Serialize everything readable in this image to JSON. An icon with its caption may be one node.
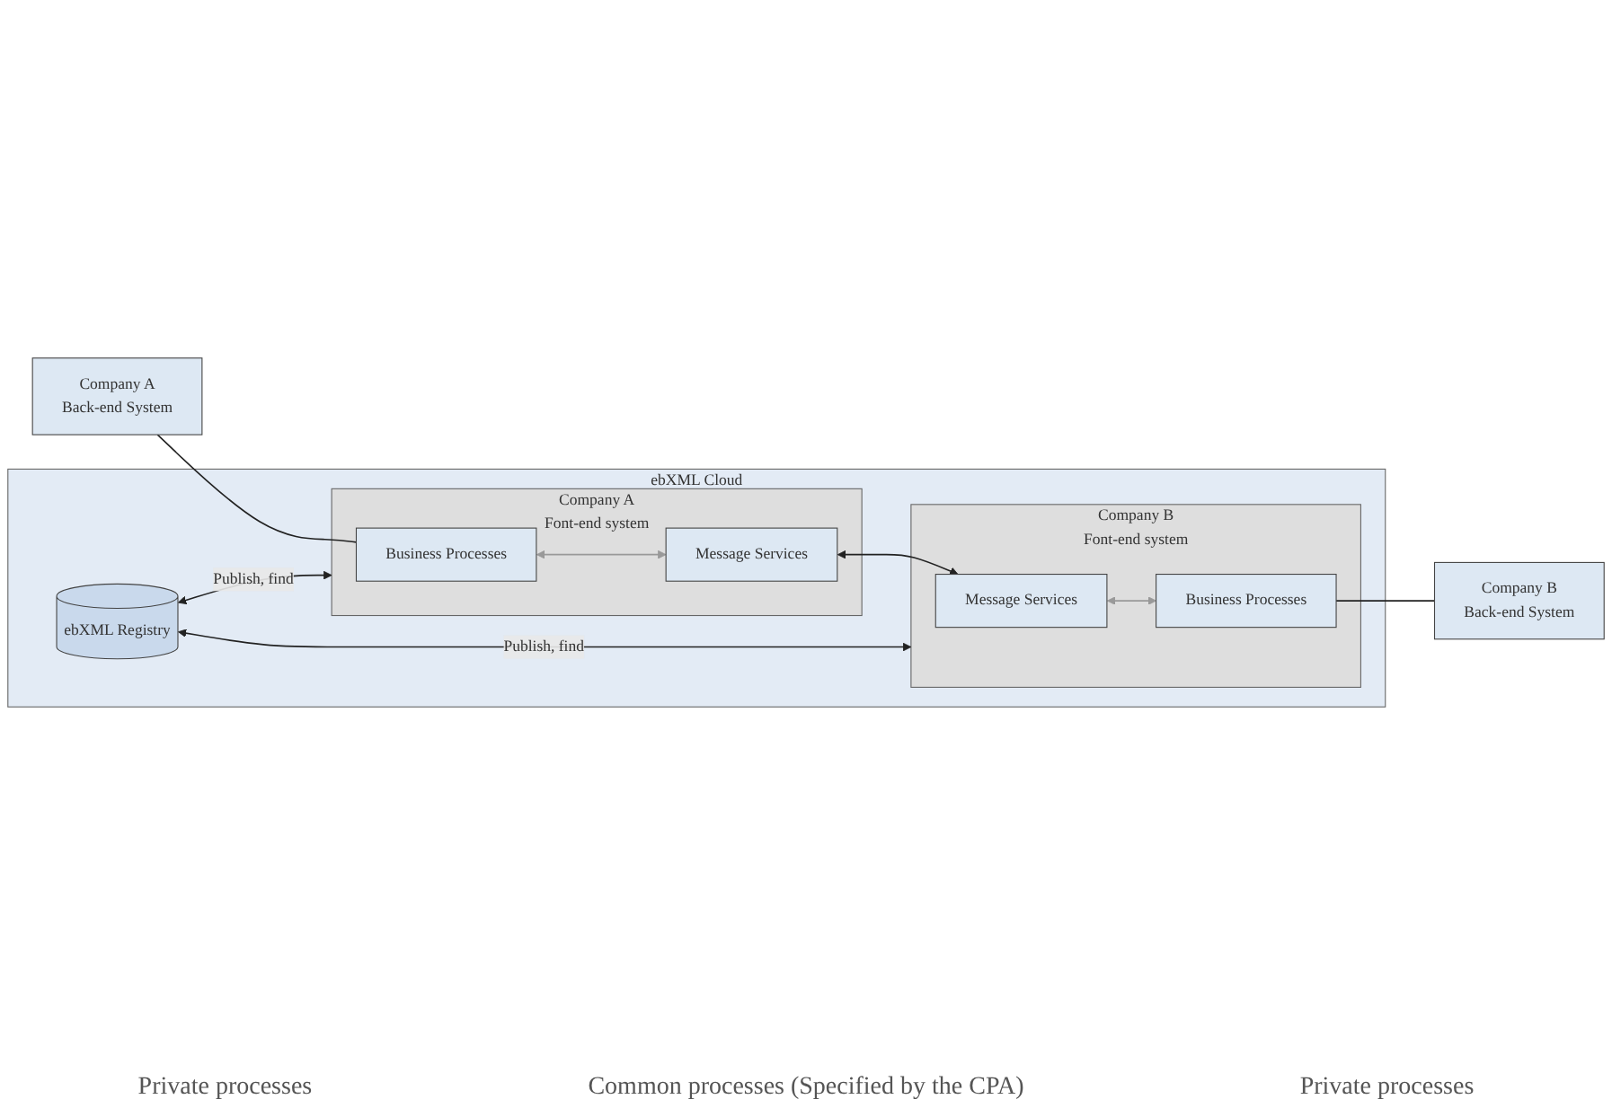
{
  "diagram": {
    "nodes": [
      {
        "text": [
          "ebXML Cloud"
        ]
      },
      {
        "text": [
          "ebXML Registry"
        ],
        "in": 0
      },
      {
        "text": [
          "Company A",
          "Font-end system"
        ],
        "in": 0
      },
      {
        "text": [
          "Business Processes"
        ],
        "in": 2
      },
      {
        "text": [
          "Message Services"
        ],
        "in": 2
      },
      {
        "text": [
          "Company B",
          "Font-end system"
        ],
        "in": 0
      },
      {
        "text": [
          "Message Services"
        ],
        "in": 5
      },
      {
        "text": [
          "Business Processes"
        ],
        "in": 5
      },
      {
        "text": [
          "Company A",
          "Back-end System"
        ]
      },
      {
        "text": [
          "Company B",
          "Back-end System"
        ]
      }
    ],
    "edges": [
      {
        "from": 1,
        "to": 2,
        "arrow": "both",
        "label": "Publish, find"
      },
      {
        "from": 1,
        "to": 5,
        "arrow": "both",
        "label": "Publish, find"
      },
      {
        "from": 3,
        "to": 4,
        "arrow": "both",
        "color": "#999999"
      },
      {
        "from": 4,
        "to": 6,
        "arrow": "both"
      },
      {
        "from": 6,
        "to": 7,
        "arrow": "both",
        "color": "#999999"
      },
      {
        "from": 8,
        "to": 3,
        "arrow": "none"
      },
      {
        "from": 7,
        "to": 9,
        "arrow": "none"
      }
    ],
    "labels": [
      "Private processes",
      "Common processes (Specified by the CPA)",
      "Private processes"
    ]
  }
}
